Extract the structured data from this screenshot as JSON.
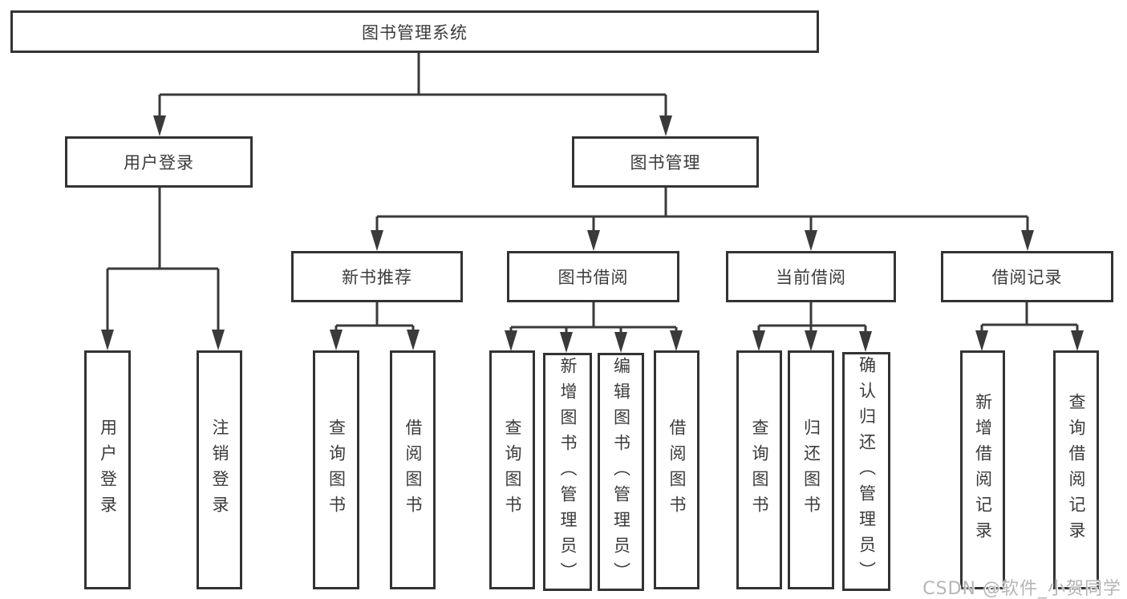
{
  "diagram": {
    "tree": {
      "root": {
        "label": "图书管理系统",
        "children": [
          {
            "label": "用户登录",
            "children": [
              {
                "label": "用户登录"
              },
              {
                "label": "注销登录"
              }
            ]
          },
          {
            "label": "图书管理",
            "children": [
              {
                "label": "新书推荐",
                "children": [
                  {
                    "label": "查询图书"
                  },
                  {
                    "label": "借阅图书"
                  }
                ]
              },
              {
                "label": "图书借阅",
                "children": [
                  {
                    "label": "查询图书"
                  },
                  {
                    "label": "新增图书（管理员）"
                  },
                  {
                    "label": "编辑图书（管理员）"
                  },
                  {
                    "label": "借阅图书"
                  }
                ]
              },
              {
                "label": "当前借阅",
                "children": [
                  {
                    "label": "查询图书"
                  },
                  {
                    "label": "归还图书"
                  },
                  {
                    "label": "确认归还（管理员）"
                  }
                ]
              },
              {
                "label": "借阅记录",
                "children": [
                  {
                    "label": "新增借阅记录"
                  },
                  {
                    "label": "查询借阅记录"
                  }
                ]
              }
            ]
          }
        ]
      }
    },
    "colors": {
      "line": "#3a3a3a",
      "box_border": "#333333",
      "text": "#3b3b3b",
      "background": "#ffffff",
      "watermark": "#b5b5b5"
    }
  },
  "watermark": {
    "text": "CSDN @软件_小贺同学"
  }
}
